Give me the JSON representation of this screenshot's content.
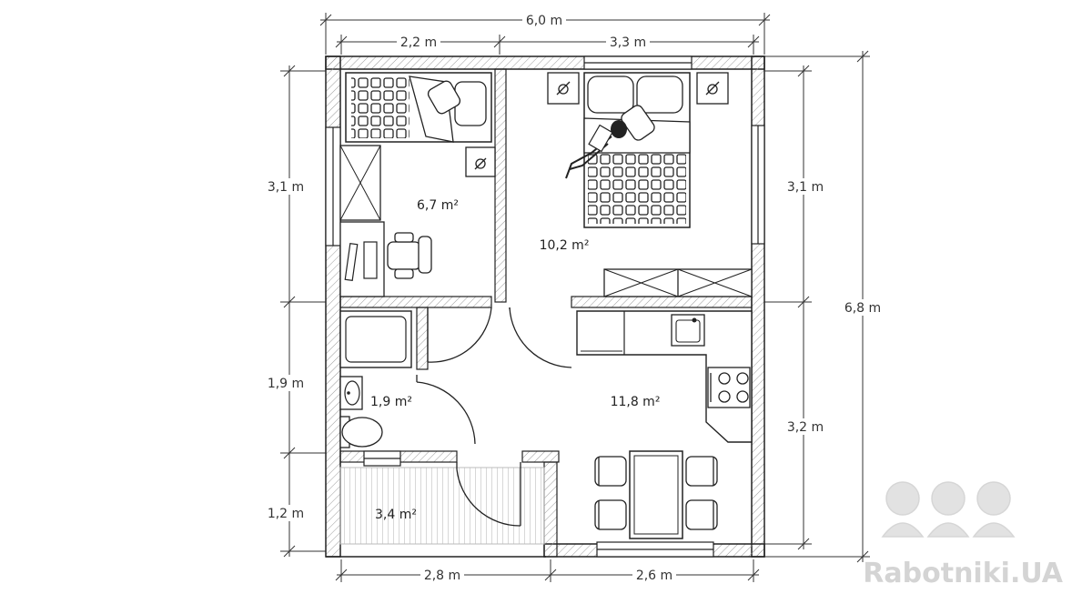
{
  "dimensions": {
    "overall_width": "6,0 m",
    "top_left_width": "2,2 m",
    "top_right_width": "3,3 m",
    "bottom_left_width": "2,8 m",
    "bottom_right_width": "2,6 m",
    "left_top_height": "3,1 m",
    "left_mid_height": "1,9 m",
    "left_bottom_height": "1,2 m",
    "right_top_height": "3,1 m",
    "right_bottom_height": "3,2 m",
    "overall_height": "6,8 m"
  },
  "rooms": {
    "small_bedroom_area": "6,7 m²",
    "bedroom_area": "10,2 m²",
    "bathroom_area": "1,9 m²",
    "kitchen_area": "11,8 m²",
    "terrace_area": "3,4 m²"
  },
  "watermark": {
    "text": "Rabotniki.UA"
  },
  "colors": {
    "wall": "#ffffff",
    "line": "#222222",
    "hatch": "#999999",
    "watermark": "#d4d4d4"
  }
}
